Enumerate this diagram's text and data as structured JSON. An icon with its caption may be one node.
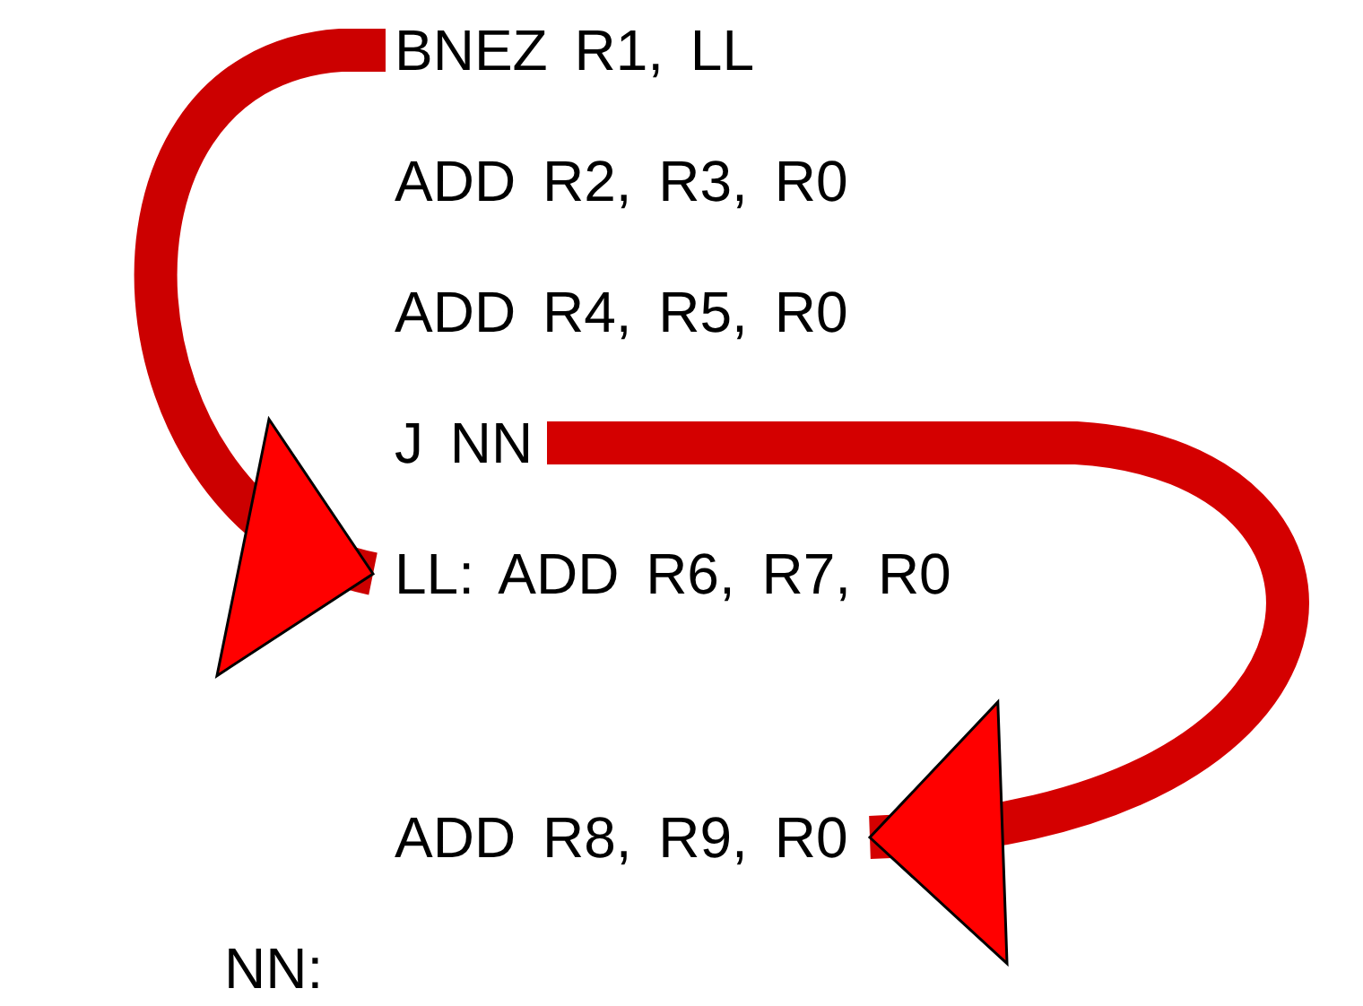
{
  "diagram": {
    "nodes": [
      {
        "text": [
          "BNEZ R1, LL"
        ]
      },
      {
        "text": [
          "J NN"
        ]
      },
      {
        "text": [
          "LL: ADD R6, R7, R0"
        ]
      },
      {
        "text": [
          "ADD R8, R9, R0"
        ]
      }
    ],
    "edges": [
      {
        "from": 0,
        "to": 2,
        "arrow": "to"
      },
      {
        "from": 1,
        "to": 3,
        "arrow": "to"
      }
    ],
    "labels": [
      "ADD R2, R3, R0",
      "ADD R4, R5, R0",
      "NN:"
    ]
  }
}
